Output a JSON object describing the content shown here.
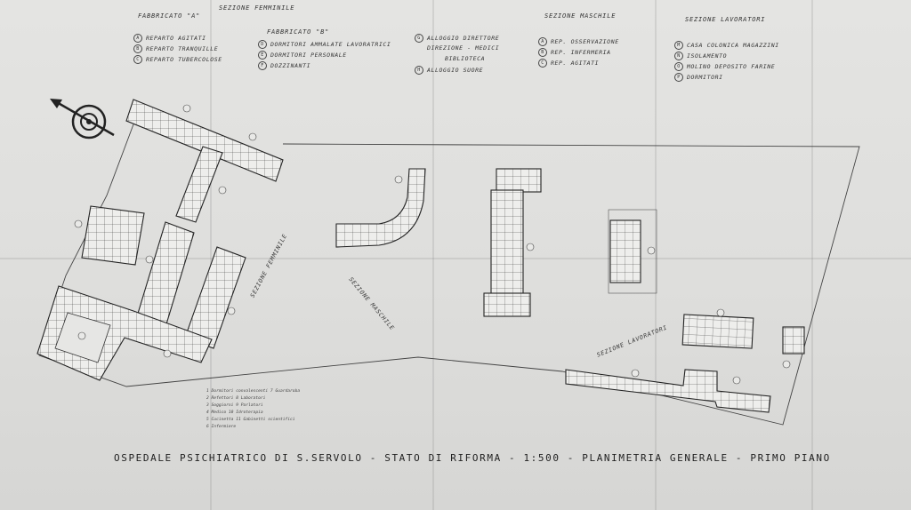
{
  "header": {
    "fabbricato_a": "FABBRICATO \"A\"",
    "sezione_femminile": "SEZIONE FEMMINILE",
    "fabbricato_b": "FABBRICATO \"B\"",
    "sezione_maschile": "SEZIONE MASCHILE",
    "sezione_lavoratori": "SEZIONE LAVORATORI"
  },
  "col_a": [
    {
      "mark": "A",
      "text": "REPARTO AGITATI"
    },
    {
      "mark": "B",
      "text": "REPARTO TRANQUILLE"
    },
    {
      "mark": "C",
      "text": "REPARTO TUBERCOLOSE"
    }
  ],
  "col_b": [
    {
      "mark": "D",
      "text": "DORMITORI AMMALATE LAVORATRICI"
    },
    {
      "mark": "E",
      "text": "DORMITORI PERSONALE"
    },
    {
      "mark": "F",
      "text": "DOZZINANTI"
    }
  ],
  "col_c": [
    {
      "mark": "G",
      "text": "ALLOGGIO DIRETTORE"
    },
    {
      "mark": "",
      "text": "DIREZIONE - MEDICI"
    },
    {
      "mark": "",
      "text": "BIBLIOTECA"
    },
    {
      "mark": "H",
      "text": "ALLOGGIO SUORE"
    }
  ],
  "col_d": [
    {
      "mark": "A",
      "text": "REP. OSSERVAZIONE"
    },
    {
      "mark": "B",
      "text": "REP. INFERMERIA"
    },
    {
      "mark": "C",
      "text": "REP. AGITATI"
    }
  ],
  "col_e": [
    {
      "mark": "M",
      "text": "CASA COLONICA MAGAZZINI"
    },
    {
      "mark": "N",
      "text": "ISOLAMENTO"
    },
    {
      "mark": "O",
      "text": "MOLINO DEPOSITO FARINE"
    },
    {
      "mark": "P",
      "text": "DORMITORI"
    }
  ],
  "legend": [
    "1  Dormitori convalescenti   7 Guardaroba",
    "2  Refettori                 8 Laboratori",
    "3  Soggiorni                 9 Parlatori",
    "4  Medico                   10 Idroterapia",
    "5  Cucinetta                11 Gabinetti scientifici",
    "6  Infermiere"
  ],
  "plan_labels": {
    "sezione_femminile": "SEZIONE FEMMINILE",
    "sezione_maschile": "SEZIONE MASCHILE",
    "sezione_lavoratori": "SEZIONE LAVORATORI"
  },
  "title": "OSPEDALE PSICHIATRICO DI S.SERVOLO - STATO DI RIFORMA - 1:500 - PLANIMETRIA GENERALE - PRIMO PIANO",
  "colors": {
    "paper": "#e2e2e0",
    "ink": "#222222"
  }
}
